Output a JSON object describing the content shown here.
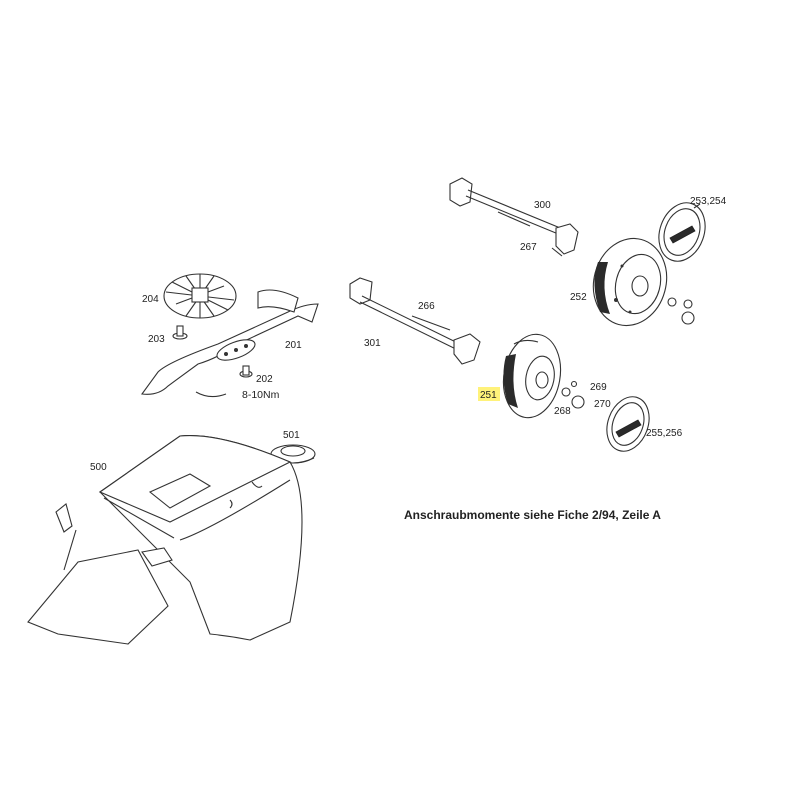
{
  "note": "Anschraubmomente siehe Fiche 2/94, Zeile A",
  "highlight_color": "#fff27a",
  "labels": {
    "p300": "300",
    "p253": "253,254",
    "p267": "267",
    "p266": "266",
    "p252": "252",
    "p204": "204",
    "p203": "203",
    "p201": "201",
    "p202": "202",
    "torque": "8-10Nm",
    "p301": "301",
    "p269": "269",
    "p251": "251",
    "p268": "268",
    "p270": "270",
    "p255": "255,256",
    "p501": "501",
    "p500": "500"
  }
}
